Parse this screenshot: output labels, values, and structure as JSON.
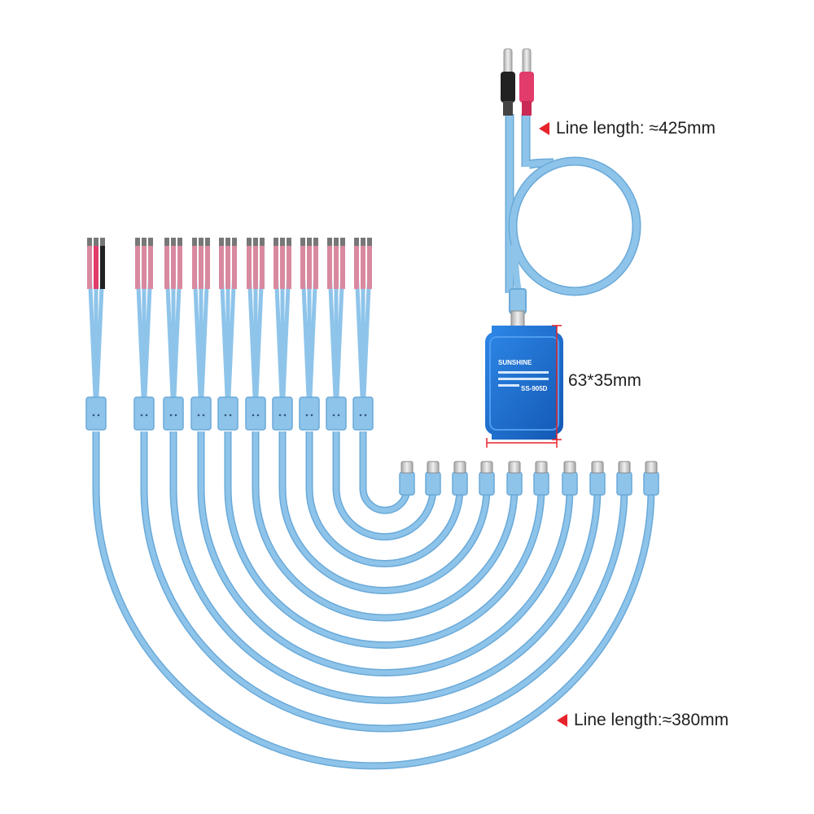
{
  "annotations": {
    "top_cable_length": "Line length: ≈425mm",
    "module_dimensions": "63*35mm",
    "bottom_cable_length": "Line length:≈380mm"
  },
  "module": {
    "brand": "SUNSHINE",
    "model": "SS-905D"
  },
  "colors": {
    "cable": "#8ec4ea",
    "cable_edge": "#6aa9d8",
    "module": "#1a6fd0",
    "pointer": "#e8222a",
    "red_lead": "#e23c6a",
    "black_lead": "#222222"
  },
  "icons": [
    "triangle-pointer-icon",
    "triangle-pointer-icon"
  ]
}
